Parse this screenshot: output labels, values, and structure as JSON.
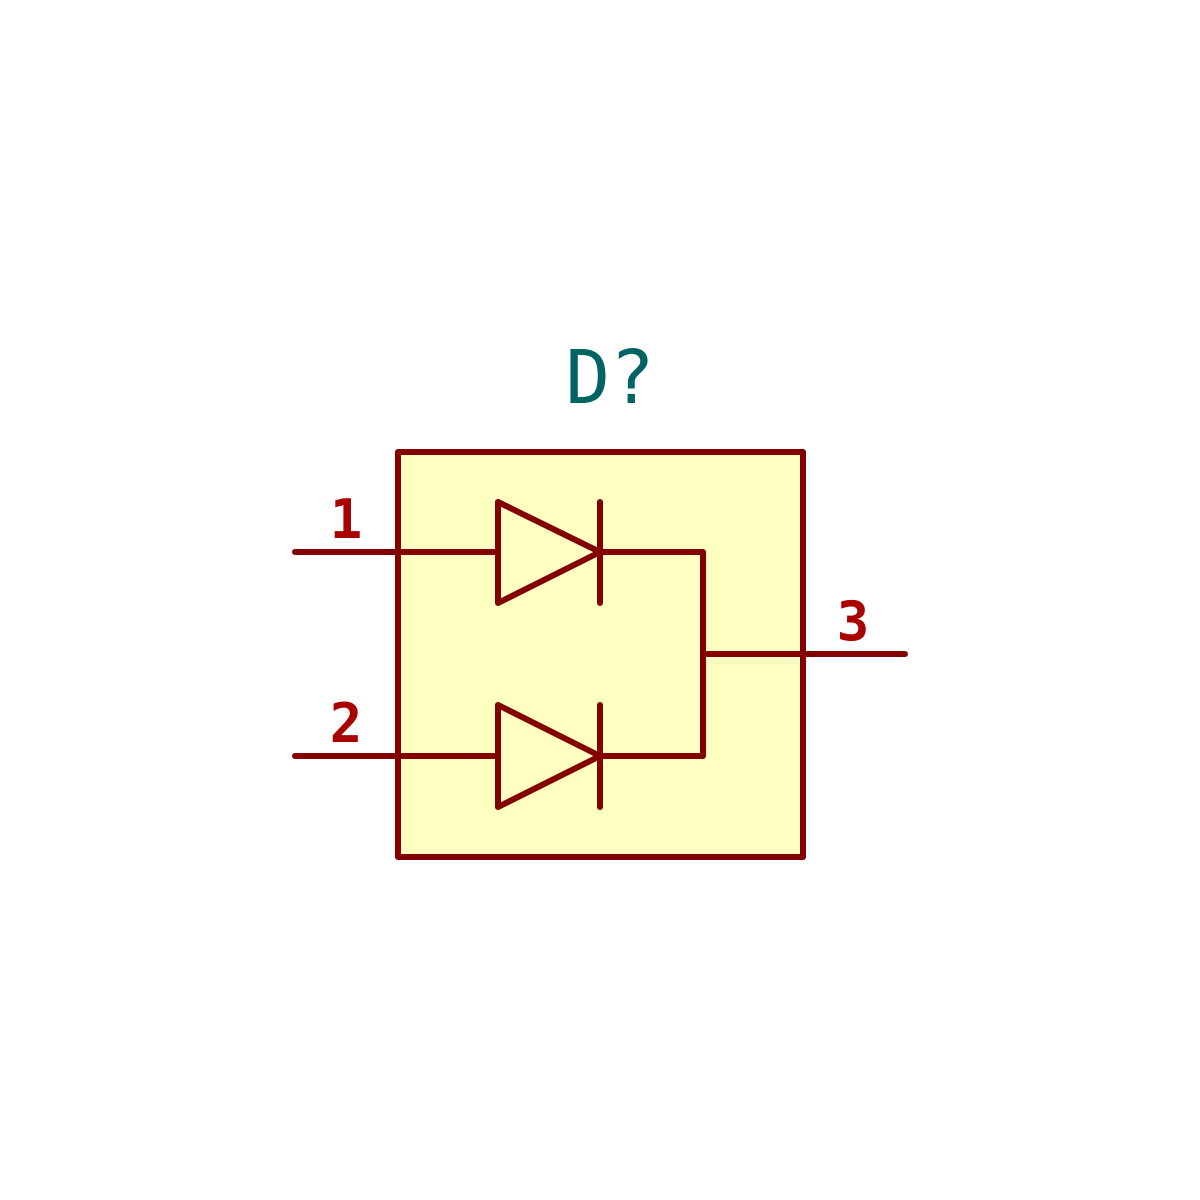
{
  "symbol": {
    "reference": "D?",
    "pins": [
      {
        "number": "1"
      },
      {
        "number": "2"
      },
      {
        "number": "3"
      }
    ]
  },
  "colors": {
    "body_fill": "#ffffc2",
    "stroke": "#840000",
    "pin_number": "#a90000",
    "reference": "#006464",
    "background": "#ffffff"
  }
}
